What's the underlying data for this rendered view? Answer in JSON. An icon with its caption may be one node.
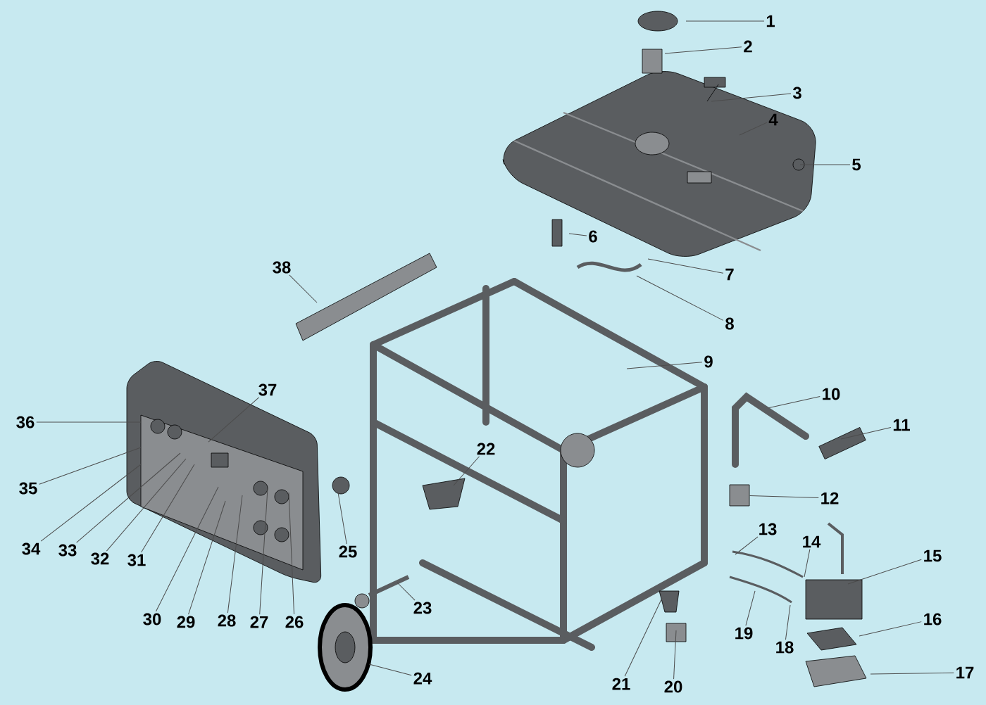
{
  "diagram": {
    "nodes": [
      {
        "text": [
          "1"
        ]
      },
      {
        "text": [
          "2"
        ]
      },
      {
        "text": [
          "3"
        ]
      },
      {
        "text": [
          "4"
        ]
      },
      {
        "text": [
          "5"
        ]
      },
      {
        "text": [
          "6"
        ]
      },
      {
        "text": [
          "7"
        ]
      },
      {
        "text": [
          "8"
        ]
      },
      {
        "text": [
          "9"
        ]
      },
      {
        "text": [
          "10"
        ]
      },
      {
        "text": [
          "11"
        ]
      },
      {
        "text": [
          "12"
        ]
      },
      {
        "text": [
          "13"
        ]
      },
      {
        "text": [
          "14"
        ]
      },
      {
        "text": [
          "15"
        ]
      },
      {
        "text": [
          "16"
        ]
      },
      {
        "text": [
          "17"
        ]
      },
      {
        "text": [
          "18"
        ]
      },
      {
        "text": [
          "19"
        ]
      },
      {
        "text": [
          "20"
        ]
      },
      {
        "text": [
          "21"
        ]
      },
      {
        "text": [
          "22"
        ]
      },
      {
        "text": [
          "23"
        ]
      },
      {
        "text": [
          "24"
        ]
      },
      {
        "text": [
          "25"
        ]
      },
      {
        "text": [
          "26"
        ]
      },
      {
        "text": [
          "27"
        ]
      },
      {
        "text": [
          "28"
        ]
      },
      {
        "text": [
          "29"
        ]
      },
      {
        "text": [
          "30"
        ]
      },
      {
        "text": [
          "31"
        ]
      },
      {
        "text": [
          "32"
        ]
      },
      {
        "text": [
          "33"
        ]
      },
      {
        "text": [
          "34"
        ]
      },
      {
        "text": [
          "35"
        ]
      },
      {
        "text": [
          "36"
        ]
      },
      {
        "text": [
          "37"
        ]
      },
      {
        "text": [
          "38"
        ]
      },
      {
        "text": [],
        "shape": "box"
      }
    ],
    "edges": [
      {
        "from": 0,
        "to": null,
        "arrow": "none"
      },
      {
        "from": 1,
        "to": null,
        "arrow": "none"
      },
      {
        "from": 2,
        "to": null,
        "arrow": "none"
      },
      {
        "from": 3,
        "to": null,
        "arrow": "none"
      },
      {
        "from": 4,
        "to": null,
        "arrow": "none"
      },
      {
        "from": 5,
        "to": null,
        "arrow": "none"
      },
      {
        "from": 6,
        "to": null,
        "arrow": "none"
      },
      {
        "from": 7,
        "to": null,
        "arrow": "none"
      },
      {
        "from": 8,
        "to": null,
        "arrow": "none"
      },
      {
        "from": 9,
        "to": null,
        "arrow": "none"
      },
      {
        "from": 10,
        "to": null,
        "arrow": "none"
      },
      {
        "from": 11,
        "to": 38,
        "arrow": "none"
      },
      {
        "from": 12,
        "to": null,
        "arrow": "none"
      },
      {
        "from": 13,
        "to": null,
        "arrow": "none"
      },
      {
        "from": 14,
        "to": null,
        "arrow": "none"
      },
      {
        "from": 15,
        "to": null,
        "arrow": "none"
      },
      {
        "from": 16,
        "to": null,
        "arrow": "none"
      },
      {
        "from": 17,
        "to": null,
        "arrow": "none"
      },
      {
        "from": 18,
        "to": null,
        "arrow": "none"
      },
      {
        "from": 19,
        "to": null,
        "arrow": "none"
      },
      {
        "from": 20,
        "to": null,
        "arrow": "none"
      },
      {
        "from": 21,
        "to": null,
        "arrow": "none"
      },
      {
        "from": 22,
        "to": null,
        "arrow": "none"
      },
      {
        "from": 23,
        "to": null,
        "arrow": "none"
      },
      {
        "from": 24,
        "to": null,
        "arrow": "none"
      },
      {
        "from": 25,
        "to": null,
        "arrow": "none"
      },
      {
        "from": 26,
        "to": null,
        "arrow": "none"
      },
      {
        "from": 27,
        "to": null,
        "arrow": "none"
      },
      {
        "from": 28,
        "to": null,
        "arrow": "none"
      },
      {
        "from": 29,
        "to": null,
        "arrow": "none"
      },
      {
        "from": 30,
        "to": null,
        "arrow": "none"
      },
      {
        "from": 31,
        "to": null,
        "arrow": "none"
      },
      {
        "from": 32,
        "to": null,
        "arrow": "none"
      },
      {
        "from": 33,
        "to": null,
        "arrow": "none"
      },
      {
        "from": 34,
        "to": null,
        "arrow": "none"
      },
      {
        "from": 35,
        "to": null,
        "arrow": "none"
      },
      {
        "from": 36,
        "to": null,
        "arrow": "none"
      },
      {
        "from": 37,
        "to": null,
        "arrow": "none"
      }
    ]
  }
}
